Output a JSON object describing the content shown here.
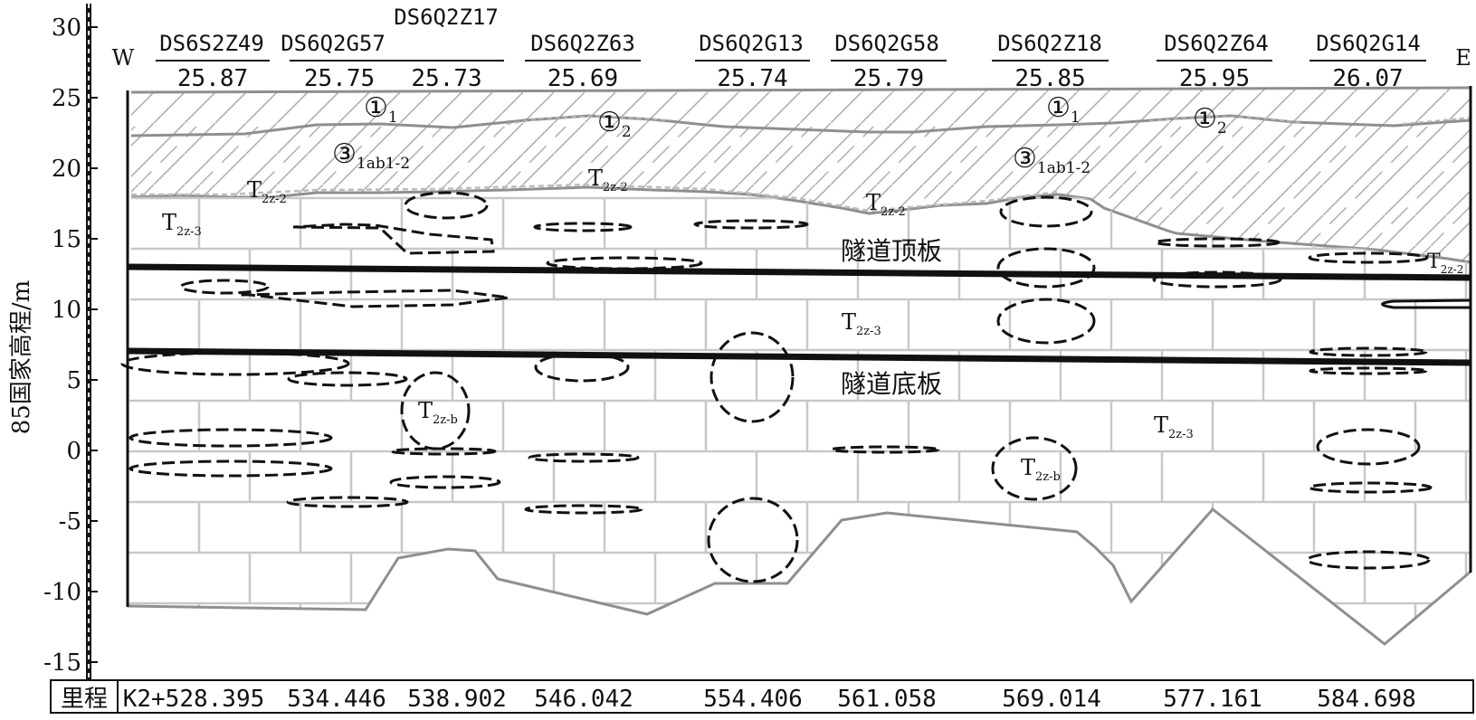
{
  "title": "",
  "y_axis": {
    "label": "85国家高程/m",
    "ticks": [
      "30",
      "25",
      "20",
      "15",
      "10",
      "5",
      "0",
      "-5",
      "-10",
      "-15"
    ],
    "values": [
      30,
      25,
      20,
      15,
      10,
      5,
      0,
      -5,
      -10,
      -15
    ]
  },
  "orientation": {
    "west": "W",
    "east": "E"
  },
  "boreholes": [
    {
      "id": "DS6S2Z49",
      "elevation": "25.87"
    },
    {
      "id": "DS6Q2G57",
      "elevation": "25.75"
    },
    {
      "id": "DS6Q2Z17",
      "elevation": "25.73"
    },
    {
      "id": "DS6Q2Z63",
      "elevation": "25.69"
    },
    {
      "id": "DS6Q2G13",
      "elevation": "25.74"
    },
    {
      "id": "DS6Q2G58",
      "elevation": "25.79"
    },
    {
      "id": "DS6Q2Z18",
      "elevation": "25.85"
    },
    {
      "id": "DS6Q2Z64",
      "elevation": "25.95"
    },
    {
      "id": "DS6Q2G14",
      "elevation": "26.07"
    }
  ],
  "mileage": {
    "label": "里程",
    "values": [
      "K2+528.395",
      "534.446",
      "538.902",
      "546.042",
      "554.406",
      "561.058",
      "569.014",
      "577.161",
      "584.698"
    ]
  },
  "layers": {
    "fill_1_main": "①",
    "fill_1_sub": "1",
    "fill_2_main": "①",
    "fill_2_sub": "2",
    "clay_main": "③",
    "clay_sub": "1ab1-2",
    "rock_main": "T",
    "rock_t2z2_sub": "2z-2",
    "rock_t2z3_sub": "2z-3",
    "rock_t2zb_sub": "2z-b"
  },
  "tunnel": {
    "roof_label": "隧道顶板",
    "floor_label": "隧道底板"
  },
  "colors": {
    "line": "#111111",
    "boundary": "#8f8f8f",
    "brick": "#c8c8c8",
    "hatch": "#b0b0b0"
  }
}
